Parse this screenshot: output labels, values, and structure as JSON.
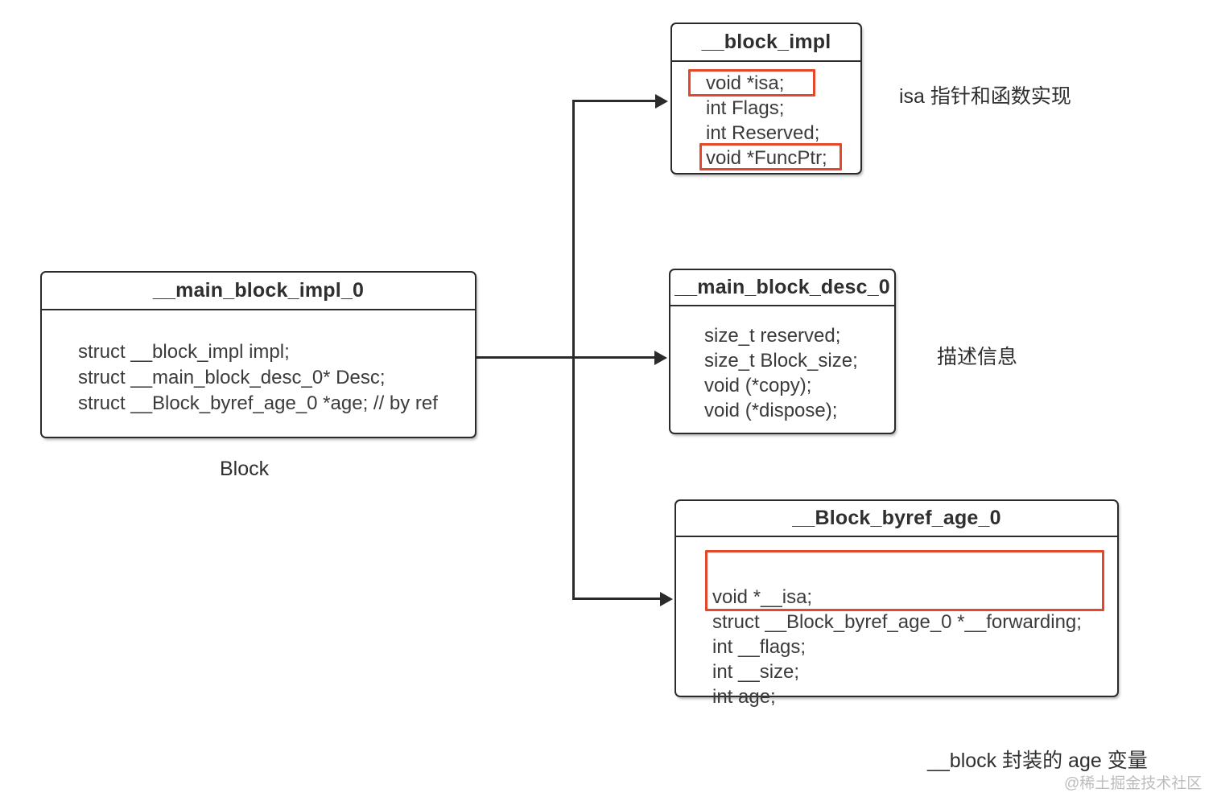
{
  "diagram": {
    "background_color": "#ffffff",
    "line_color": "#2b2b2b",
    "text_color": "#3a3a3a",
    "highlight_color": "#e5472b",
    "watermark": "@稀土掘金技术社区"
  },
  "boxes": {
    "block_impl": {
      "title": "__block_impl",
      "fields": [
        "void *isa;",
        "int Flags;",
        "int Reserved;",
        "void *FuncPtr;"
      ],
      "highlighted_fields": [
        "void *isa;",
        "void *FuncPtr;"
      ]
    },
    "main_block_impl_0": {
      "title": "__main_block_impl_0",
      "fields": [
        "struct __block_impl impl;",
        "struct __main_block_desc_0* Desc;",
        "struct __Block_byref_age_0 *age; // by ref"
      ],
      "highlighted_fields": []
    },
    "main_block_desc_0": {
      "title": "__main_block_desc_0",
      "fields": [
        "size_t reserved;",
        "size_t Block_size;",
        "void (*copy);",
        "void (*dispose);"
      ],
      "highlighted_fields": []
    },
    "block_byref_age_0": {
      "title": "__Block_byref_age_0",
      "fields": [
        "void *__isa;",
        "struct __Block_byref_age_0 *__forwarding;",
        "int __flags;",
        "int __size;",
        "int age;"
      ],
      "highlighted_fields": [
        "void *__isa;",
        "struct __Block_byref_age_0 *__forwarding;"
      ]
    }
  },
  "captions": {
    "block_label": "Block",
    "isa_note": "isa 指针和函数实现",
    "desc_note": "描述信息",
    "byref_note": "__block 封装的 age 变量"
  }
}
